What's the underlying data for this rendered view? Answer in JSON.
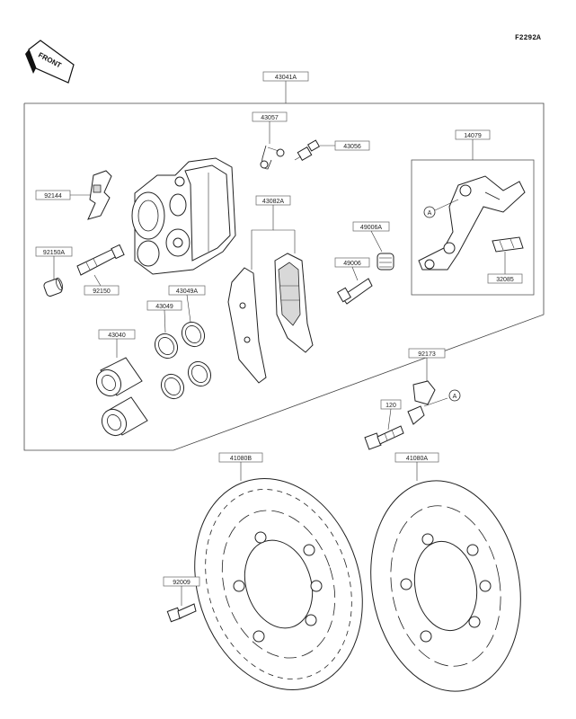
{
  "header": {
    "figure_code": "F2292A",
    "front_label": "FRONT"
  },
  "parts": {
    "p43041A": "43041A",
    "p43057": "43057",
    "p43056": "43056",
    "p14079": "14079",
    "p92144": "92144",
    "p43082A": "43082A",
    "p49006A": "49006A",
    "p49006": "49006",
    "p92150A": "92150A",
    "p92150": "92150",
    "p43049A": "43049A",
    "p43049": "43049",
    "p43040": "43040",
    "p32085": "32085",
    "p92173": "92173",
    "p120": "120",
    "p41080B": "41080B",
    "p41080A": "41080A",
    "p92009": "92009"
  },
  "callouts": {
    "ref_a": "A"
  }
}
